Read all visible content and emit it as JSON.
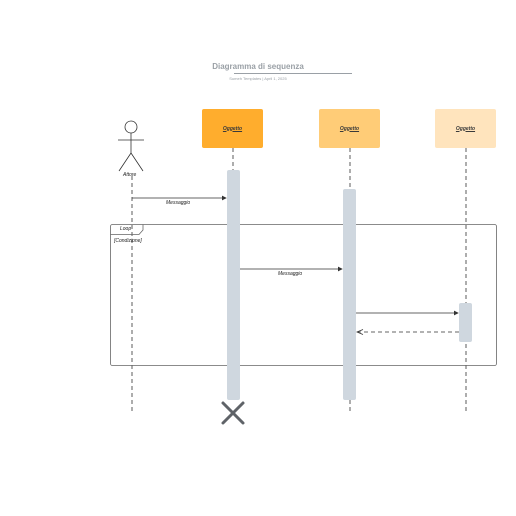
{
  "header": {
    "title": "Diagramma di sequenza",
    "subtitle": "Sumeh Templates  |  April 1, 2025"
  },
  "actor": {
    "label": "Attore"
  },
  "objects": [
    {
      "label": "Oggetto",
      "color": "#ffad2d"
    },
    {
      "label": "Oggetto",
      "color": "#ffcc77"
    },
    {
      "label": "Oggetto",
      "color": "#ffe4bd"
    }
  ],
  "messages": [
    {
      "label": "Messaggio"
    },
    {
      "label": "Messaggio"
    }
  ],
  "fragment": {
    "operator": "Loop",
    "guard": "[Condizione]"
  },
  "colors": {
    "activation": "#cfd7df",
    "line": "#333333",
    "destroy": "#5f6368"
  }
}
